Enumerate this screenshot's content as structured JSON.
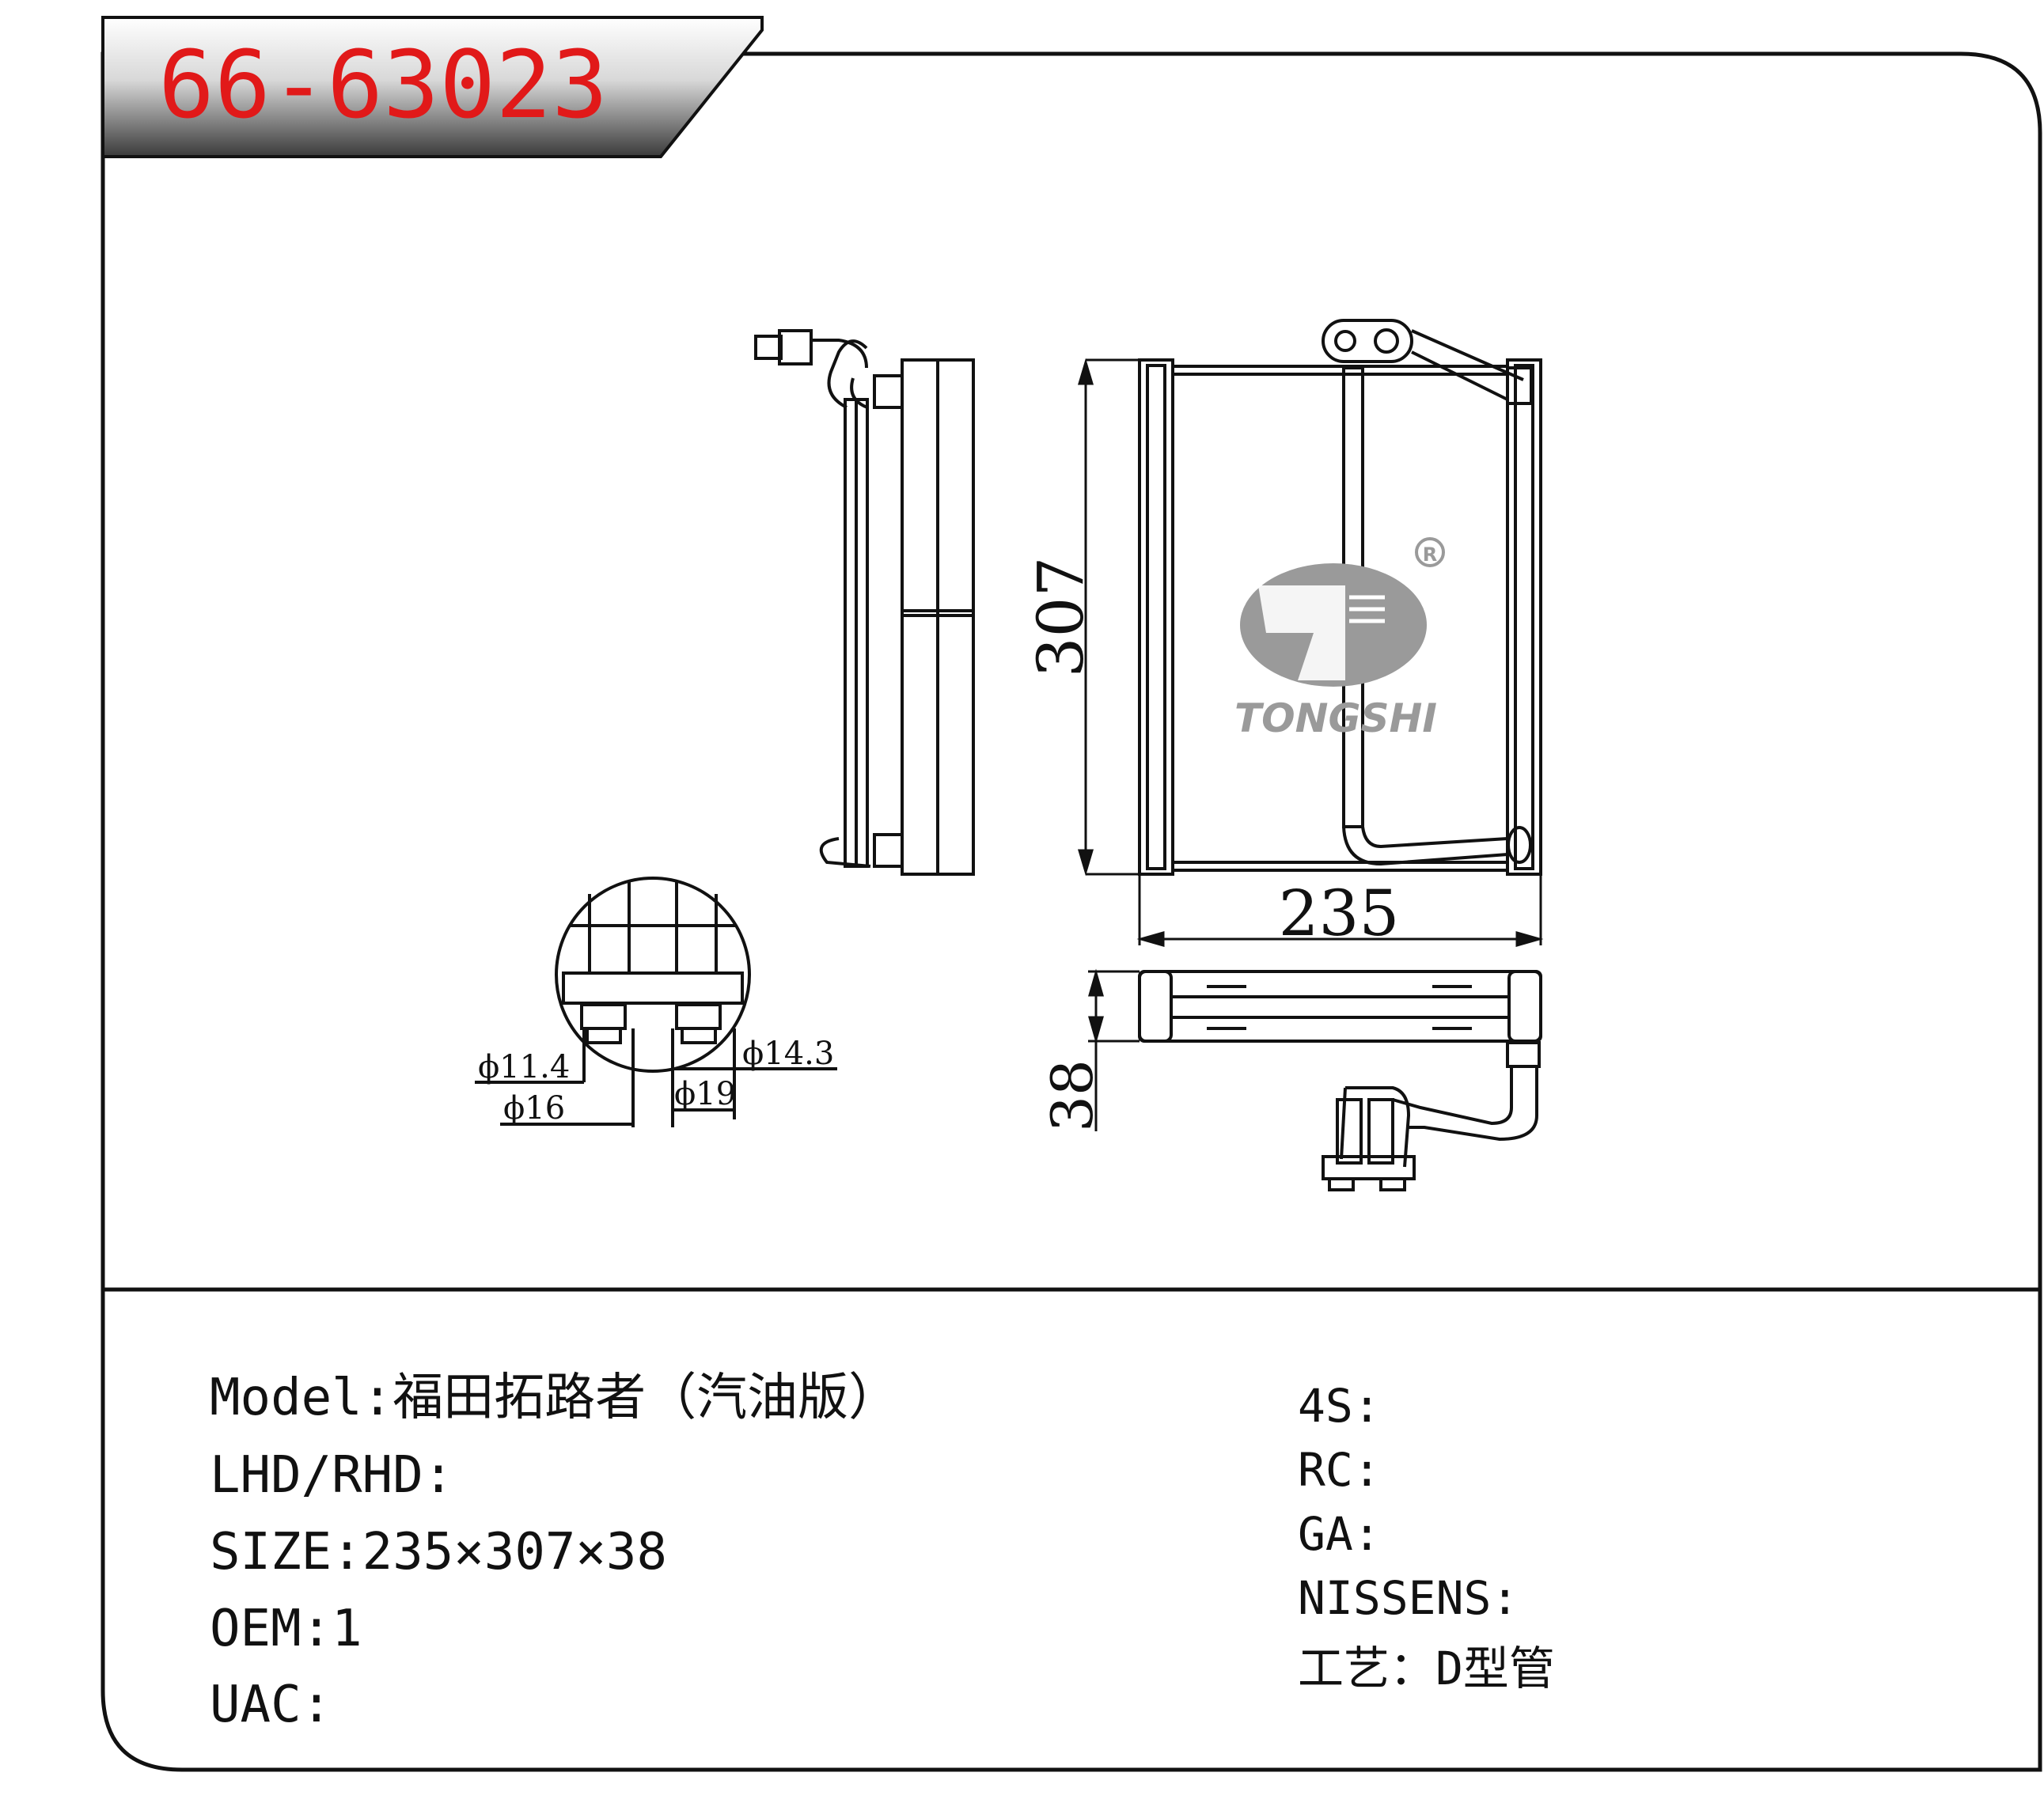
{
  "header": {
    "part_number": "66-63023",
    "accent_color": "#e11919"
  },
  "drawing": {
    "dimensions": {
      "width": "235",
      "height": "307",
      "depth": "38"
    },
    "pipe_diameters": {
      "d1": "ϕ11.4",
      "d2": "ϕ16",
      "d3": "ϕ14.3",
      "d4": "ϕ19"
    },
    "logo": {
      "brand": "TONGSHI",
      "registered_mark": "R"
    }
  },
  "specs_left": [
    {
      "label": "Model:",
      "value": "福田拓路者（汽油版）"
    },
    {
      "label": "LHD/RHD:",
      "value": ""
    },
    {
      "label": "SIZE:",
      "value": "235×307×38"
    },
    {
      "label": "OEM:",
      "value": "1"
    },
    {
      "label": "UAC:",
      "value": ""
    }
  ],
  "specs_right": [
    {
      "label": "4S:",
      "value": ""
    },
    {
      "label": "RC:",
      "value": ""
    },
    {
      "label": "GA:",
      "value": ""
    },
    {
      "label": "NISSENS:",
      "value": ""
    },
    {
      "label": "工艺：",
      "value": "D型管"
    }
  ]
}
